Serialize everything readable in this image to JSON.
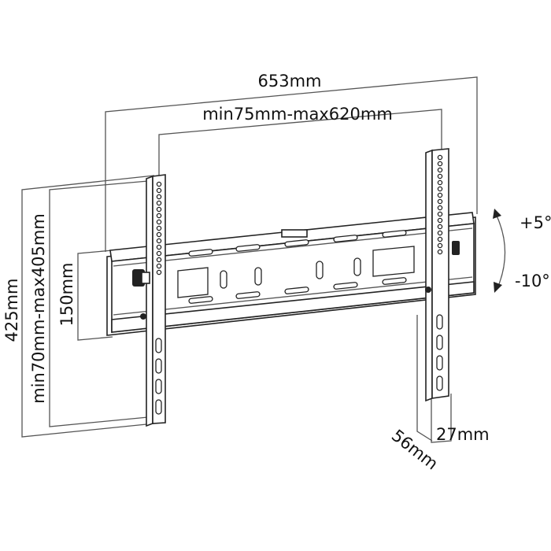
{
  "dimensions": {
    "overall_width": "653mm",
    "vesa_horizontal": "min75mm-max620mm",
    "overall_height": "425mm",
    "vesa_vertical": "min70mm-max405mm",
    "plate_height": "150mm",
    "arm_width": "27mm",
    "wall_depth": "56mm"
  },
  "tilt": {
    "up": "+5°",
    "down": "-10°"
  }
}
